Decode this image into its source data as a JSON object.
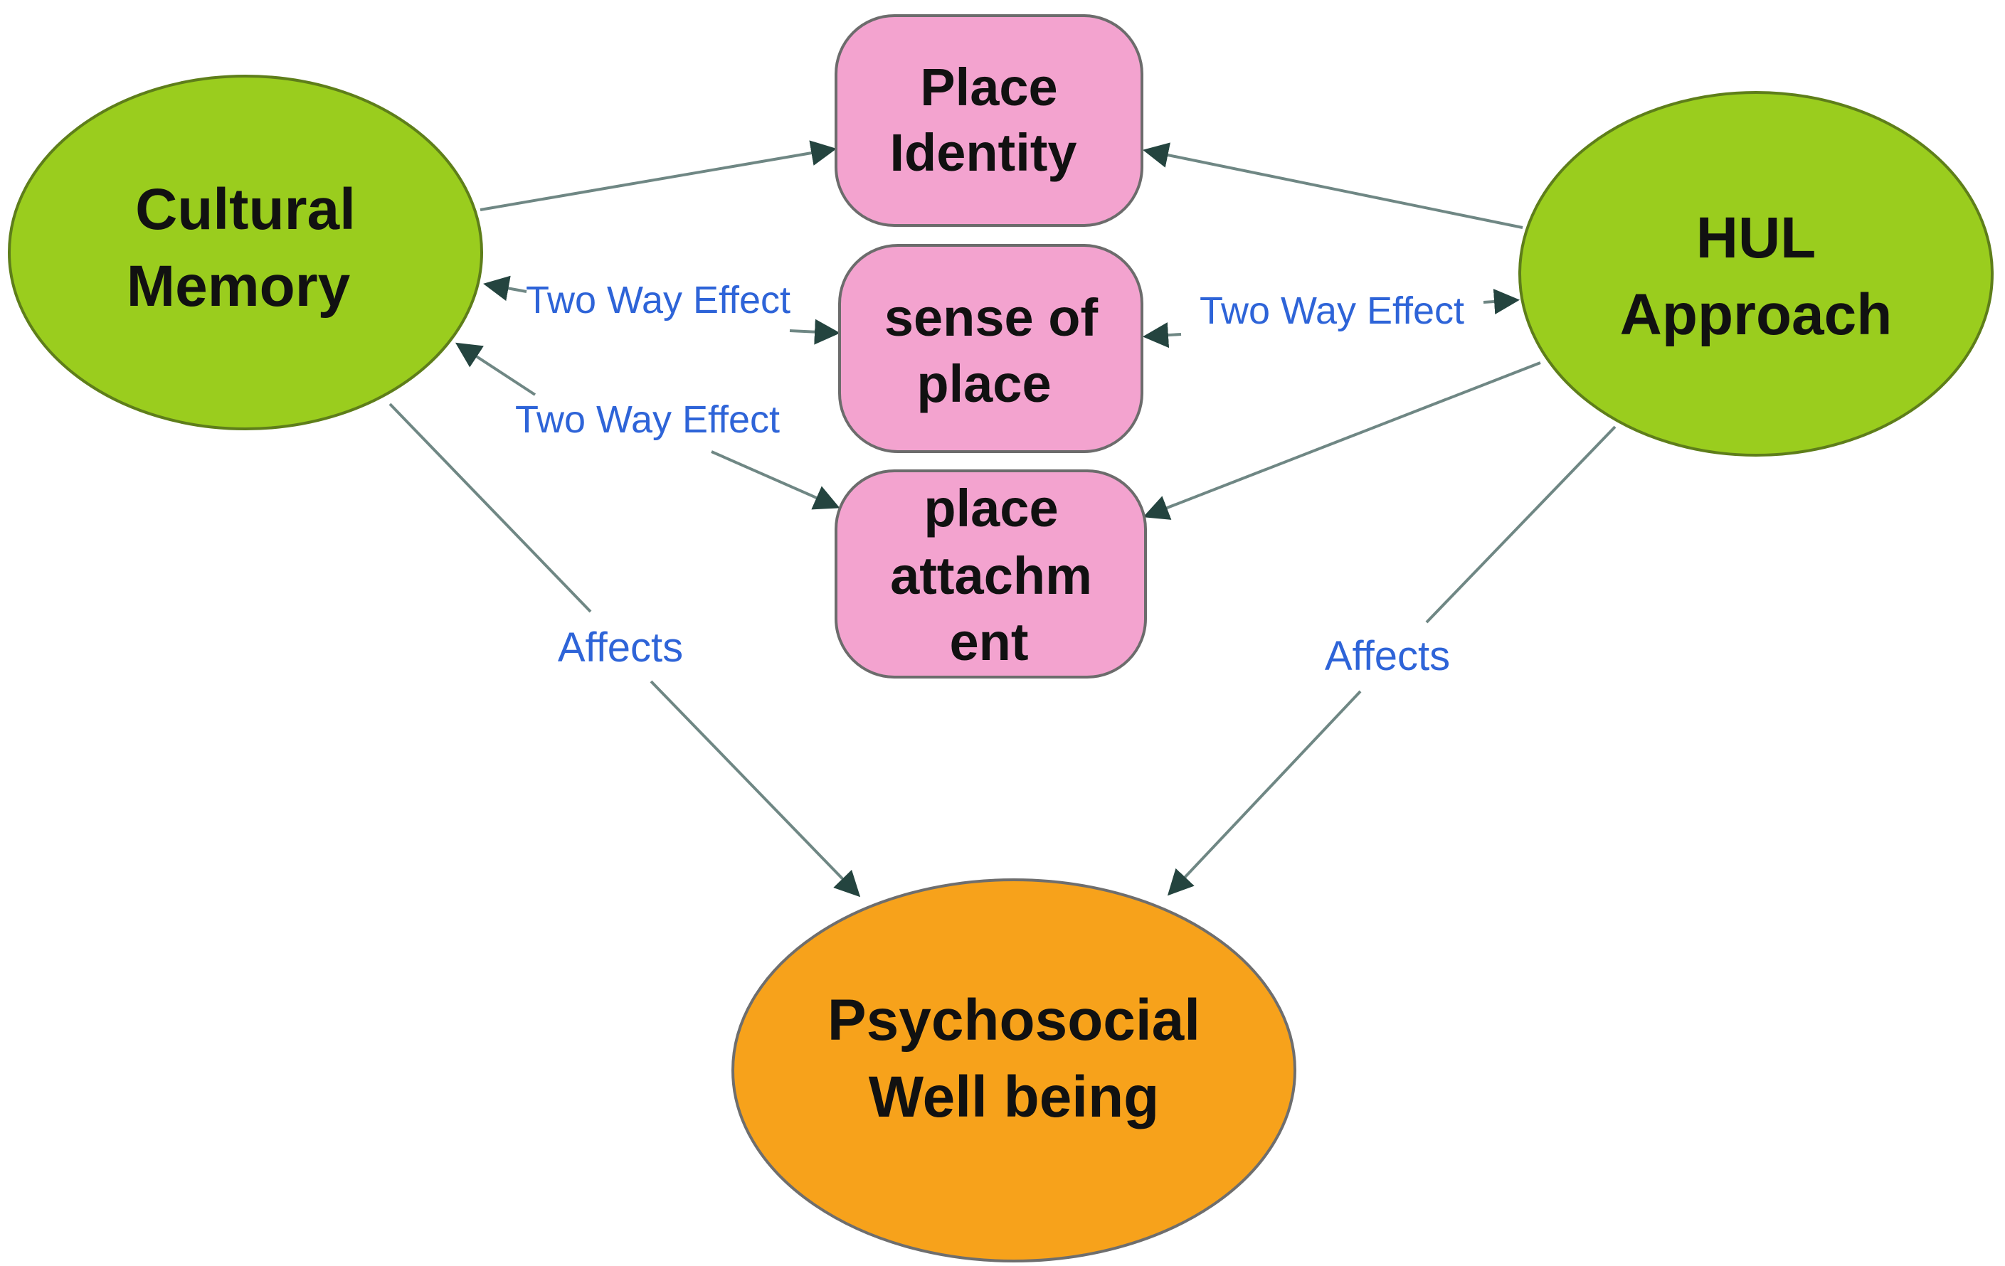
{
  "colors": {
    "green_node": "#9ACD1E",
    "green_node_border": "#5E7E1A",
    "pink_node": "#F3A3CF",
    "pink_node_border": "#6C6C6C",
    "orange_node": "#F7A21B",
    "orange_node_border": "#6E6E6E",
    "edge": "#6F8784",
    "arrowhead": "#24443F",
    "edge_label": "#2E64D8"
  },
  "nodes": {
    "cultural_memory": {
      "line1": "Cultural",
      "line2": "Memory"
    },
    "hul_approach": {
      "line1": "HUL",
      "line2": "Approach"
    },
    "place_identity": {
      "line1": "Place",
      "line2": "Identity"
    },
    "sense_of_place": {
      "line1": "sense of",
      "line2": "place"
    },
    "place_attachment": {
      "line1": "place",
      "line2": "attachm",
      "line3": "ent"
    },
    "psychosocial": {
      "line1": "Psychosocial",
      "line2": "Well being"
    }
  },
  "edge_labels": {
    "left_two_way_upper": "Two Way Effect",
    "left_two_way_lower": "Two Way Effect",
    "right_two_way": "Two Way Effect",
    "left_affects": "Affects",
    "right_affects": "Affects"
  }
}
